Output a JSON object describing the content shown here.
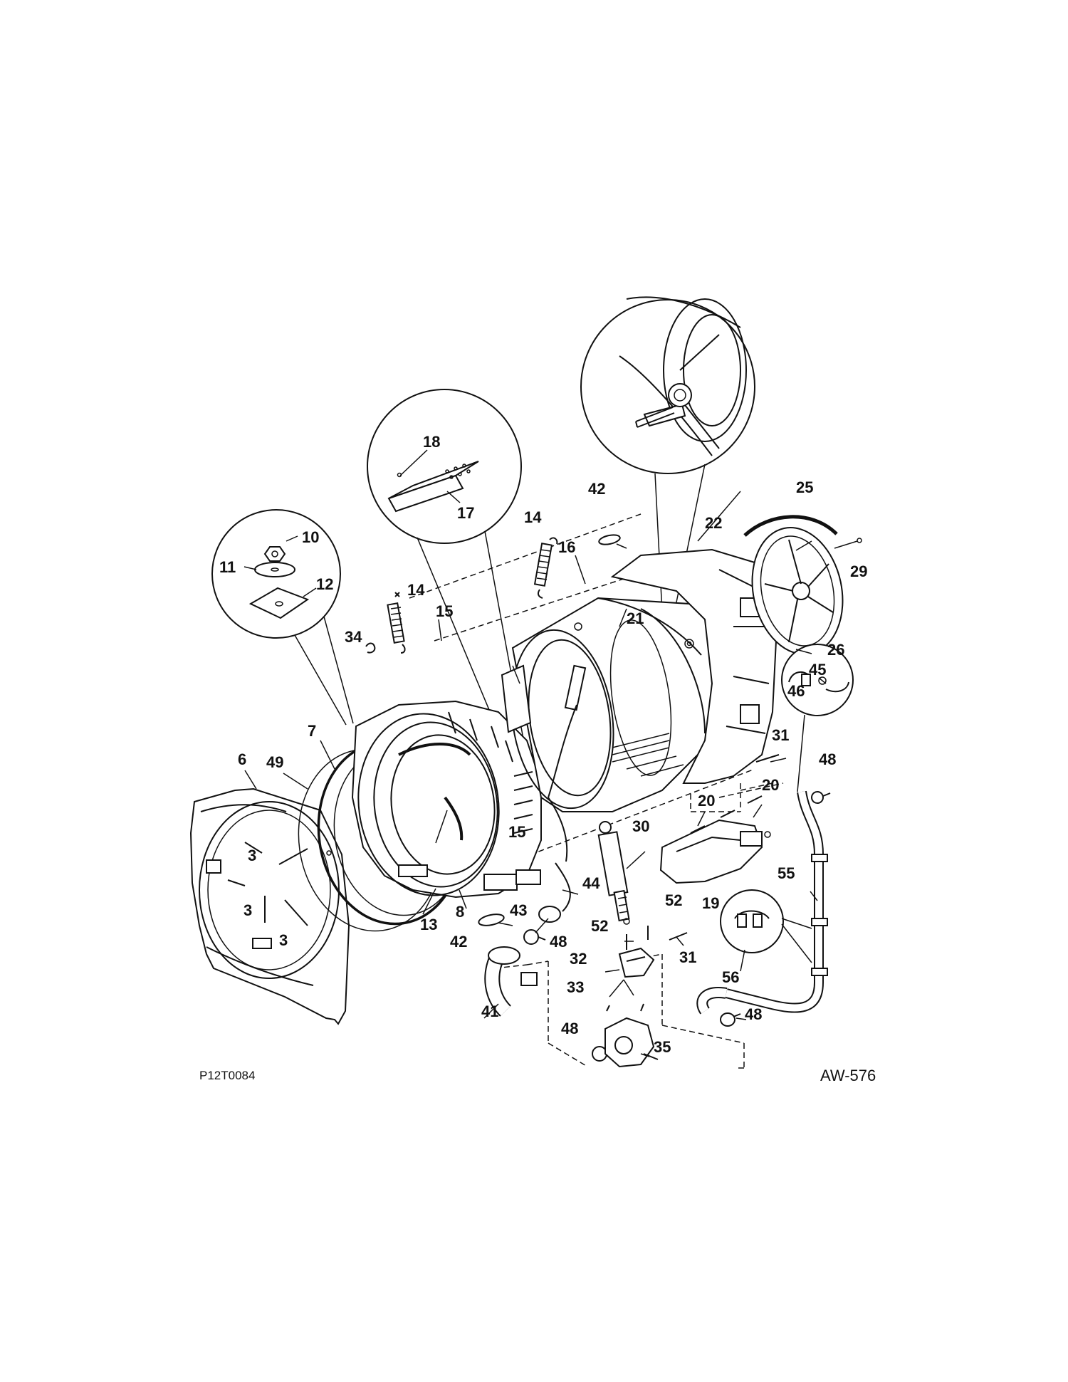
{
  "drawing": {
    "code_left": "P12T0084",
    "code_right": "AW-576"
  },
  "parts": [
    {
      "id": "p3a",
      "num": "3"
    },
    {
      "id": "p3b",
      "num": "3"
    },
    {
      "id": "p3c",
      "num": "3"
    },
    {
      "id": "p6",
      "num": "6"
    },
    {
      "id": "p7",
      "num": "7"
    },
    {
      "id": "p8",
      "num": "8"
    },
    {
      "id": "p10",
      "num": "10"
    },
    {
      "id": "p11",
      "num": "11"
    },
    {
      "id": "p12",
      "num": "12"
    },
    {
      "id": "p13",
      "num": "13"
    },
    {
      "id": "p14a",
      "num": "14"
    },
    {
      "id": "p14b",
      "num": "14"
    },
    {
      "id": "p15a",
      "num": "15"
    },
    {
      "id": "p15b",
      "num": "15"
    },
    {
      "id": "p16",
      "num": "16"
    },
    {
      "id": "p17",
      "num": "17"
    },
    {
      "id": "p18",
      "num": "18"
    },
    {
      "id": "p19",
      "num": "19"
    },
    {
      "id": "p20a",
      "num": "20"
    },
    {
      "id": "p20b",
      "num": "20"
    },
    {
      "id": "p21",
      "num": "21"
    },
    {
      "id": "p22",
      "num": "22"
    },
    {
      "id": "p25",
      "num": "25"
    },
    {
      "id": "p26",
      "num": "26"
    },
    {
      "id": "p29",
      "num": "29"
    },
    {
      "id": "p30",
      "num": "30"
    },
    {
      "id": "p31a",
      "num": "31"
    },
    {
      "id": "p31b",
      "num": "31"
    },
    {
      "id": "p32",
      "num": "32"
    },
    {
      "id": "p33",
      "num": "33"
    },
    {
      "id": "p34",
      "num": "34"
    },
    {
      "id": "p35",
      "num": "35"
    },
    {
      "id": "p41",
      "num": "41"
    },
    {
      "id": "p42a",
      "num": "42"
    },
    {
      "id": "p42b",
      "num": "42"
    },
    {
      "id": "p43",
      "num": "43"
    },
    {
      "id": "p44",
      "num": "44"
    },
    {
      "id": "p45",
      "num": "45"
    },
    {
      "id": "p46",
      "num": "46"
    },
    {
      "id": "p48a",
      "num": "48"
    },
    {
      "id": "p48b",
      "num": "48"
    },
    {
      "id": "p48c",
      "num": "48"
    },
    {
      "id": "p48d",
      "num": "48"
    },
    {
      "id": "p49",
      "num": "49"
    },
    {
      "id": "p52a",
      "num": "52"
    },
    {
      "id": "p52b",
      "num": "52"
    },
    {
      "id": "p55",
      "num": "55"
    },
    {
      "id": "p56",
      "num": "56"
    }
  ]
}
